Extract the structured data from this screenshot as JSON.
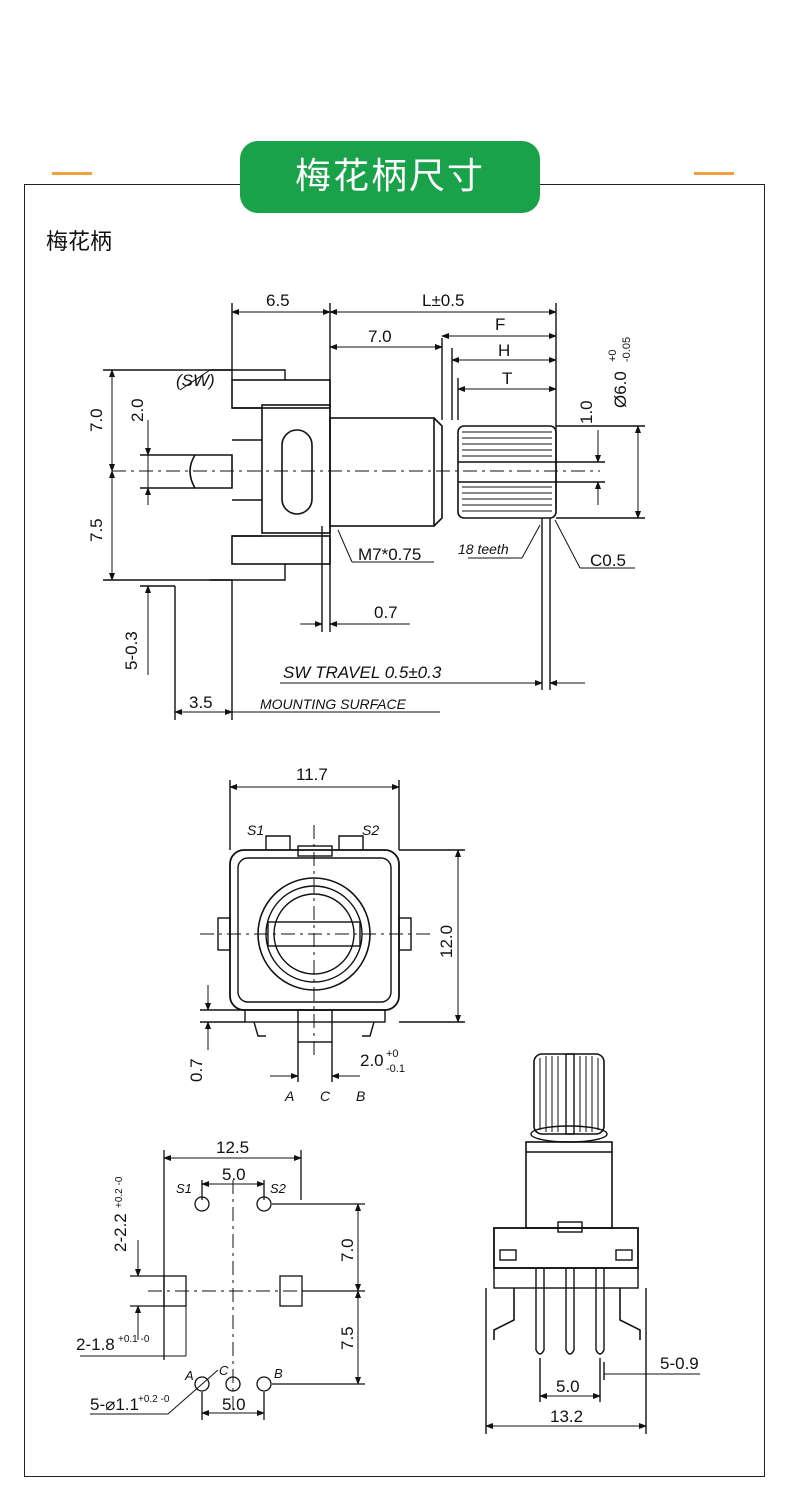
{
  "header": {
    "title": "梅花柄尺寸"
  },
  "section": {
    "label": "梅花柄"
  },
  "colors": {
    "accent_green": "#1aa24a",
    "accent_orange": "#f0a040",
    "line": "#111111"
  },
  "side_view": {
    "dim_6_5": "6.5",
    "dim_L": "L±0.5",
    "dim_7_0": "7.0",
    "dim_F": "F",
    "dim_H": "H",
    "dim_T": "T",
    "dim_dia": "Ø6.0",
    "dim_dia_tol_upper": "+0",
    "dim_dia_tol_lower": "-0.05",
    "dim_sw": "(SW)",
    "dim_7_0_v": "7.0",
    "dim_2_0": "2.0",
    "dim_1_0": "1.0",
    "dim_7_5": "7.5",
    "dim_m7": "M7*0.75",
    "dim_teeth": "18 teeth",
    "dim_c05": "C0.5",
    "dim_0_7": "0.7",
    "dim_5_03": "5-0.3",
    "dim_travel": "SW TRAVEL 0.5±0.3",
    "dim_3_5": "3.5",
    "dim_mount": "MOUNTING SURFACE"
  },
  "front_view": {
    "dim_11_7": "11.7",
    "label_s1": "S1",
    "label_s2": "S2",
    "dim_12_0": "12.0",
    "dim_0_7": "0.7",
    "dim_2_0": "2.0",
    "dim_2_0_tol_upper": "+0",
    "dim_2_0_tol_lower": "-0.1",
    "label_a": "A",
    "label_c": "C",
    "label_b": "B"
  },
  "pcb_layout": {
    "dim_12_5": "12.5",
    "dim_5_0_top": "5.0",
    "label_s1": "S1",
    "label_s2": "S2",
    "dim_2_22": "2-2.2",
    "dim_2_22_tol": "+0.2 -0",
    "dim_7_0": "7.0",
    "dim_7_5": "7.5",
    "dim_2_18": "2-1.8",
    "dim_2_18_tol": "+0.1 -0",
    "label_a": "A",
    "label_c": "C",
    "label_b": "B",
    "dim_5_11": "5-⌀1.1",
    "dim_5_11_tol": "+0.2 -0",
    "dim_5_0_bottom": "5.0"
  },
  "iso_view": {
    "dim_5_09": "5-0.9",
    "dim_5_0": "5.0",
    "dim_13_2": "13.2"
  }
}
